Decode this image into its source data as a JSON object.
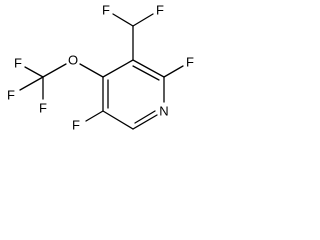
{
  "molecule": {
    "atoms": {
      "f_chf2_left": "F",
      "f_chf2_right": "F",
      "f_ring_2": "F",
      "o_ether": "O",
      "f_cf3_top": "F",
      "f_cf3_left": "F",
      "f_cf3_bottom": "F",
      "f_ring_5": "F",
      "n_ring": "N"
    }
  }
}
